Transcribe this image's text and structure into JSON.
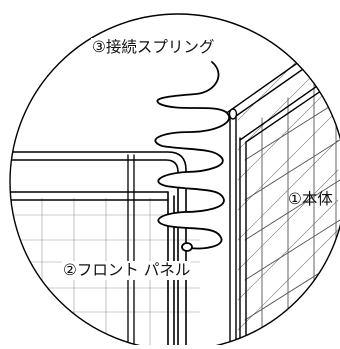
{
  "diagram": {
    "labels": {
      "spring": "③接続スプリング",
      "body": "①本体",
      "front_panel": "②フロント パネル"
    }
  }
}
